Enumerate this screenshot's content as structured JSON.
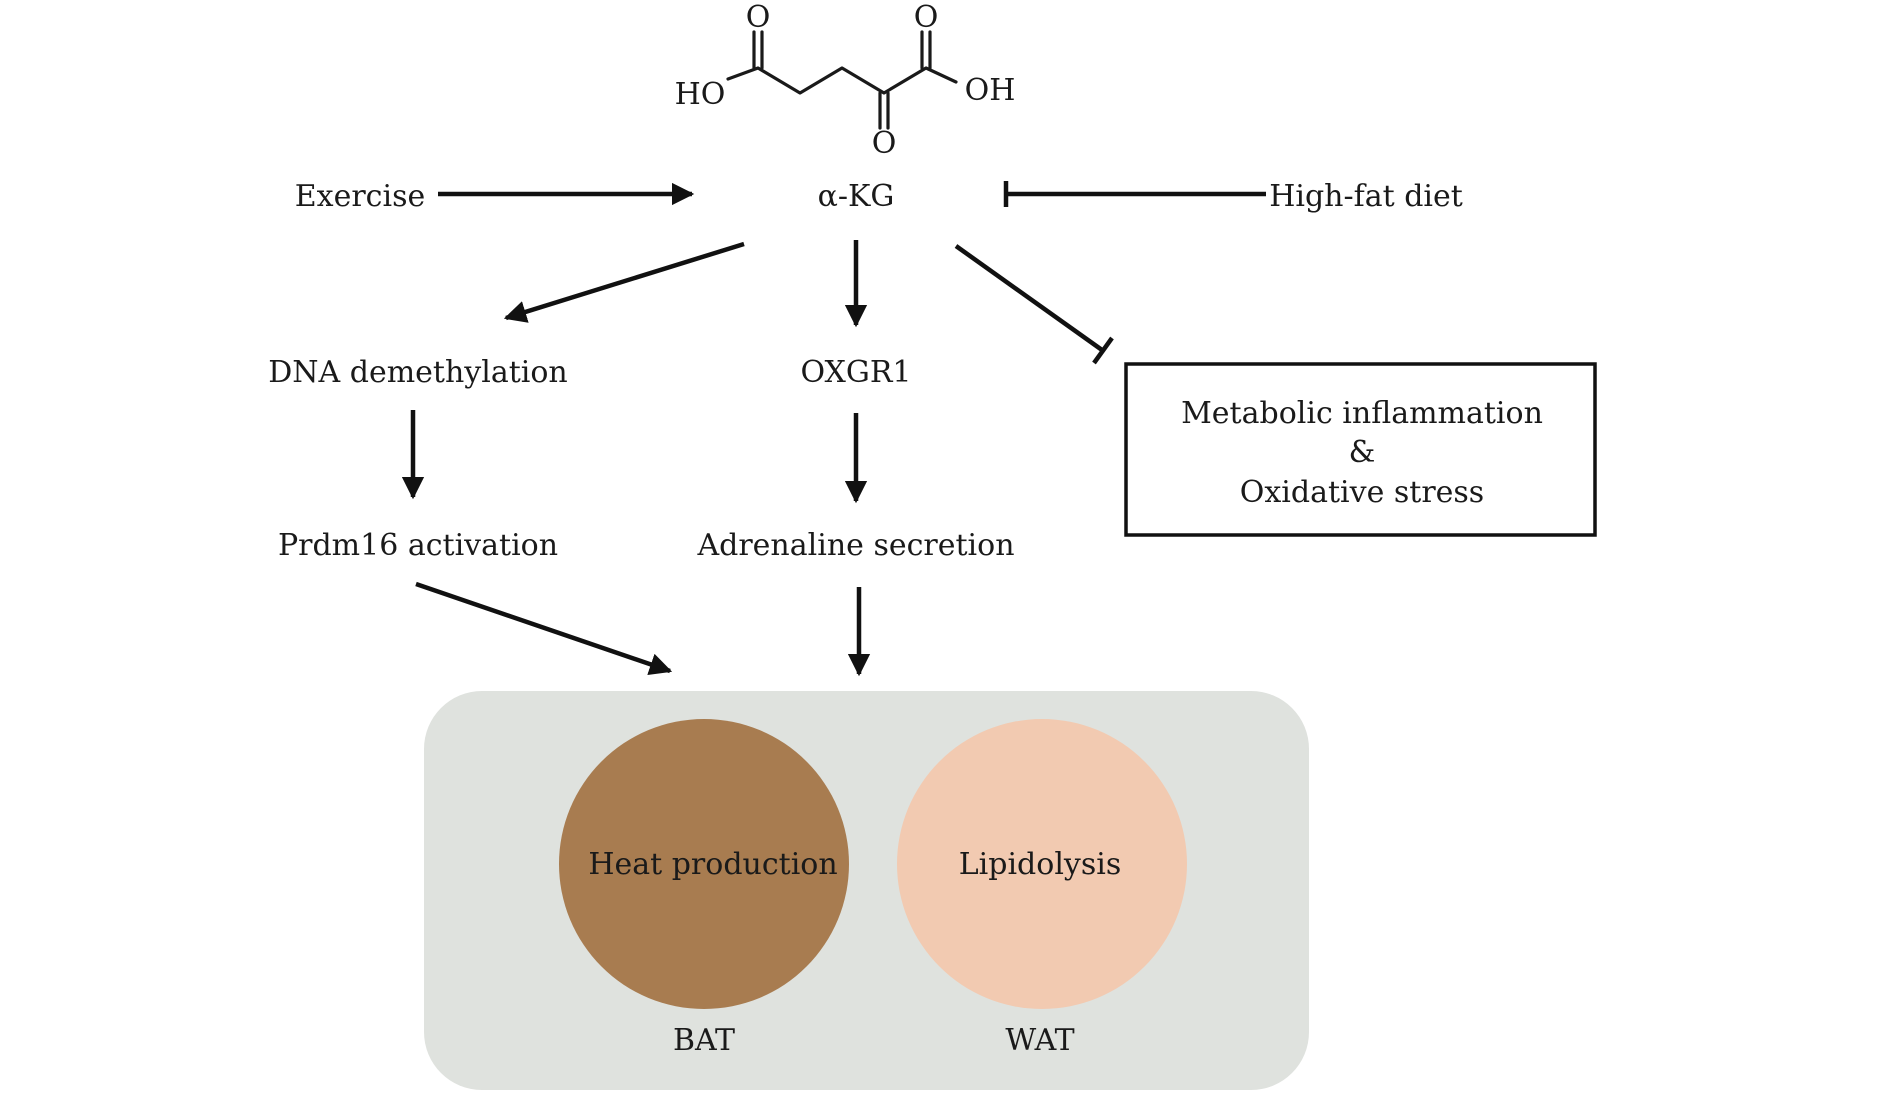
{
  "structure": {
    "left_group": "HO",
    "right_group": "OH",
    "top_left_o": "O",
    "top_right_o": "O",
    "bottom_o": "O"
  },
  "nodes": {
    "exercise": "Exercise",
    "akg": "α-KG",
    "high_fat_diet": "High-fat diet",
    "dna_demethylation": "DNA demethylation",
    "oxgr1": "OXGR1",
    "metabolic_box": {
      "line1": "Metabolic inflammation",
      "line2": "&",
      "line3": "Oxidative stress"
    },
    "prdm16": "Prdm16 activation",
    "adrenaline": "Adrenaline secretion",
    "heat_production": "Heat production",
    "lipidolysis": "Lipidolysis",
    "bat": "BAT",
    "wat": "WAT"
  },
  "colors": {
    "tissue_panel": "#dfe2de",
    "bat_circle": "#a87c50",
    "wat_circle": "#f2cab1",
    "ink": "#111111"
  }
}
